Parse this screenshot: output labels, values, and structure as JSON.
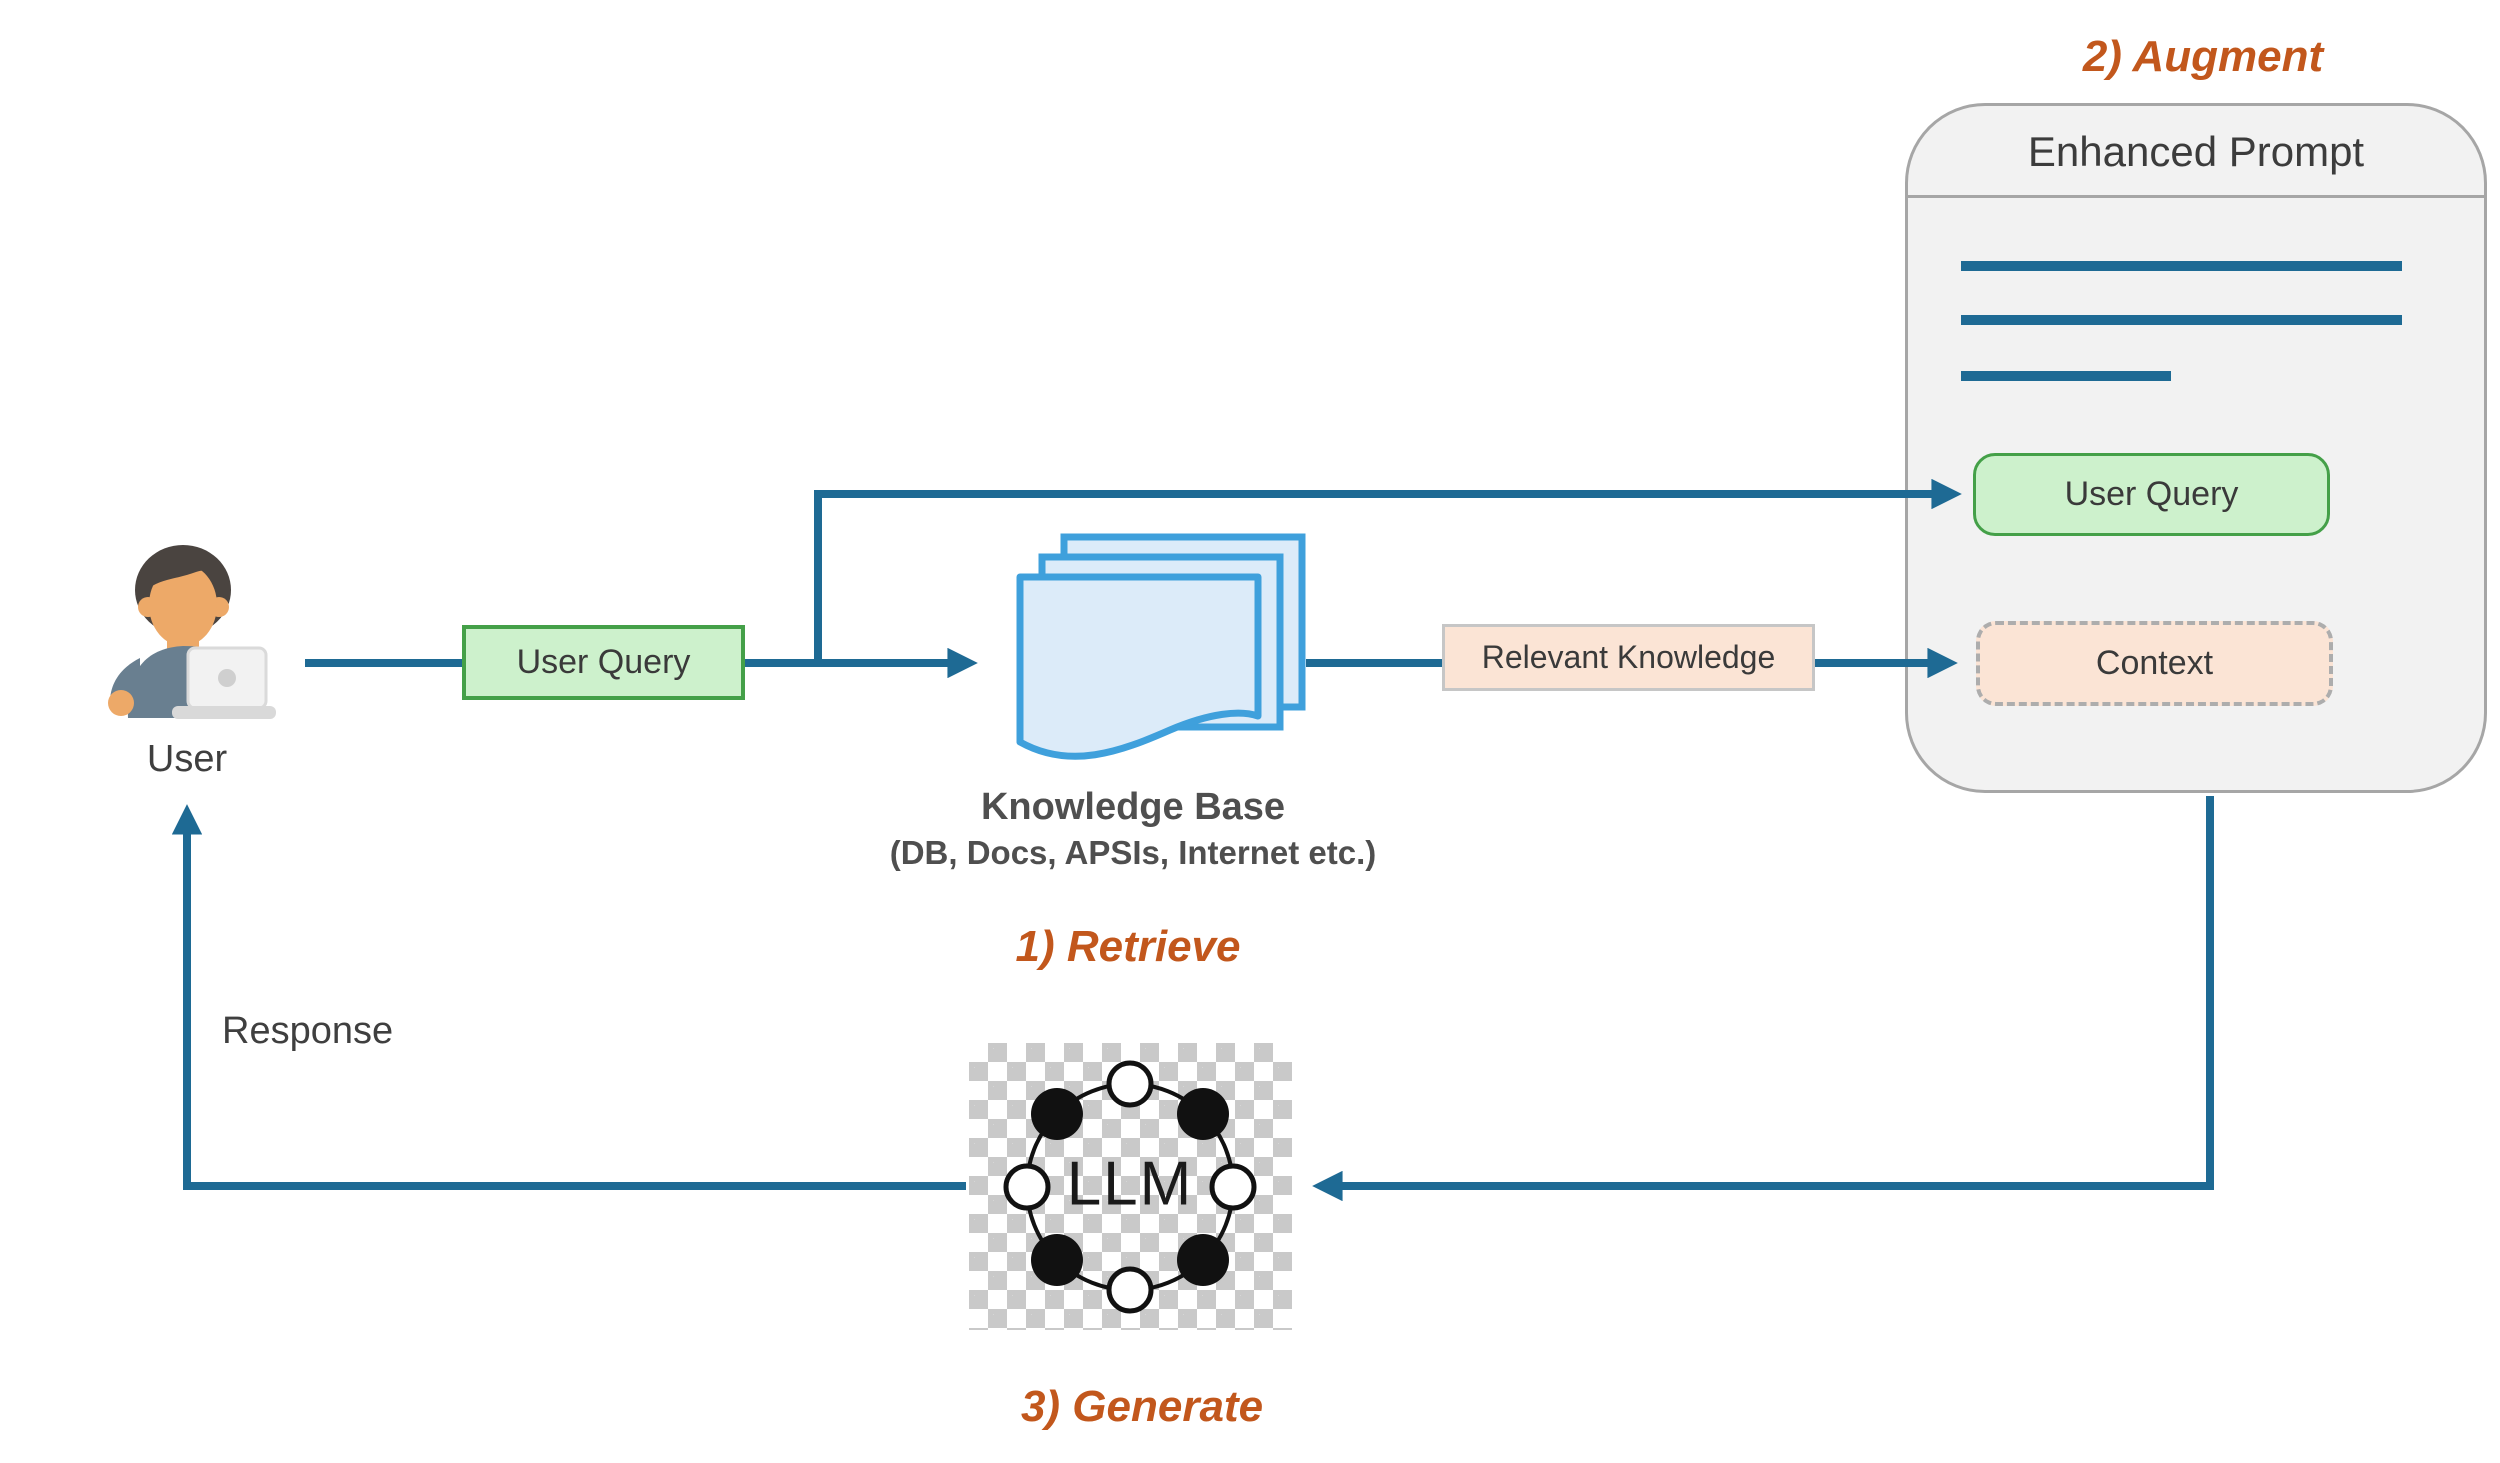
{
  "steps": {
    "retrieve": "1) Retrieve",
    "augment": "2) Augment",
    "generate": "3) Generate"
  },
  "user": {
    "label": "User"
  },
  "user_query_box": {
    "label": "User Query"
  },
  "knowledge_base": {
    "title": "Knowledge Base",
    "subtitle": "(DB, Docs, APSIs, Internet etc.)"
  },
  "relevant_knowledge_box": {
    "label": "Relevant Knowledge"
  },
  "enhanced_prompt": {
    "title": "Enhanced Prompt",
    "user_query_label": "User Query",
    "context_label": "Context"
  },
  "llm": {
    "label": "LLM"
  },
  "response_label": "Response",
  "colors": {
    "connector_teal": "#1e6a94",
    "step_orange": "#c2571c",
    "green_box_fill": "#cdf1cc",
    "green_box_border": "#44a048",
    "peach_box_fill": "#fbe4d5",
    "panel_fill": "#f2f2f2",
    "panel_border": "#a6a6a6",
    "document_fill": "#dcebf9",
    "document_border": "#3fa0dc"
  }
}
